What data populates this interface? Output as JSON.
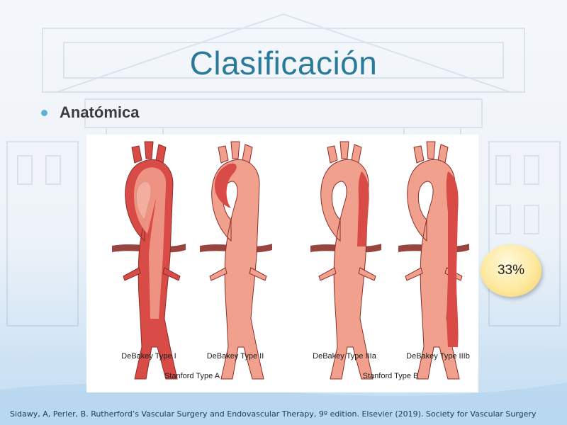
{
  "slide": {
    "title": "Clasificación",
    "bullet": "Anatómica",
    "percentage_badge": "33%",
    "citation": "Sidawy, A, Perler, B.  Rutherford’s Vascular Surgery and Endovascular Therapy, 9º edition. Elsevier (2019). Society for Vascular Surgery"
  },
  "figure": {
    "labels": {
      "type1": "DeBakey Type I",
      "type2": "DeBakey Type II",
      "type3a": "DeBakey Type IIIa",
      "type3b": "DeBakey Type IIIb",
      "stanford_a": "Stanford Type A",
      "stanford_b": "Stanford Type B"
    },
    "colors": {
      "vessel": "#f2a08e",
      "dissection": "#d84b46",
      "outline": "#8a2e28",
      "diaphragm": "#9a4440"
    }
  }
}
